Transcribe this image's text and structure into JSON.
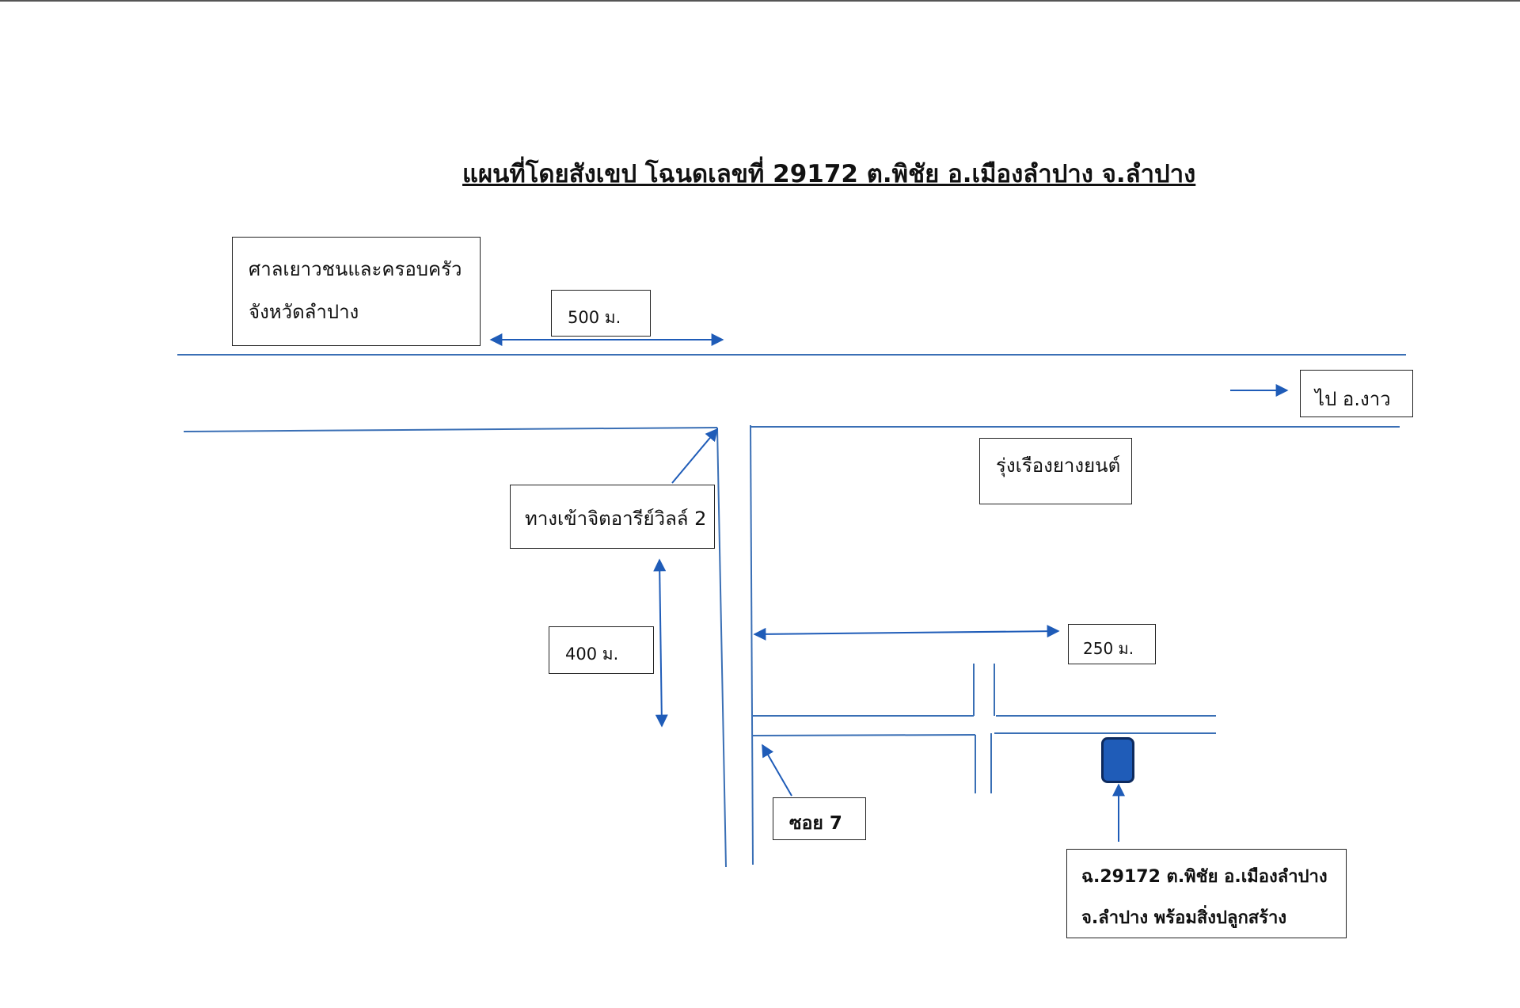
{
  "title": "แผนที่โดยสังเขป โฉนดเลขที่ 29172 ต.พิชัย อ.เมืองลำปาง จ.ลำปาง",
  "labels": {
    "court_line1": "ศาลเยาวชนและครอบครัว",
    "court_line2": "จังหวัดลำปาง",
    "dist_500": "500 ม.",
    "to_ngao": "ไป อ.งาว",
    "rung_rueang": "รุ่งเรืองยางยนต์",
    "entrance": "ทางเข้าจิตอารีย์วิลล์ 2",
    "dist_400": "400 ม.",
    "dist_250": "250 ม.",
    "soi7": "ซอย 7",
    "plot_line1": "ฉ.29172 ต.พิชัย อ.เมืองลำปาง",
    "plot_line2": "จ.ลำปาง พร้อมสิ่งปลูกสร้าง"
  },
  "colors": {
    "road": "#3a6fb5",
    "marker": "#1f5cb8",
    "marker_border": "#0d2a5e"
  }
}
